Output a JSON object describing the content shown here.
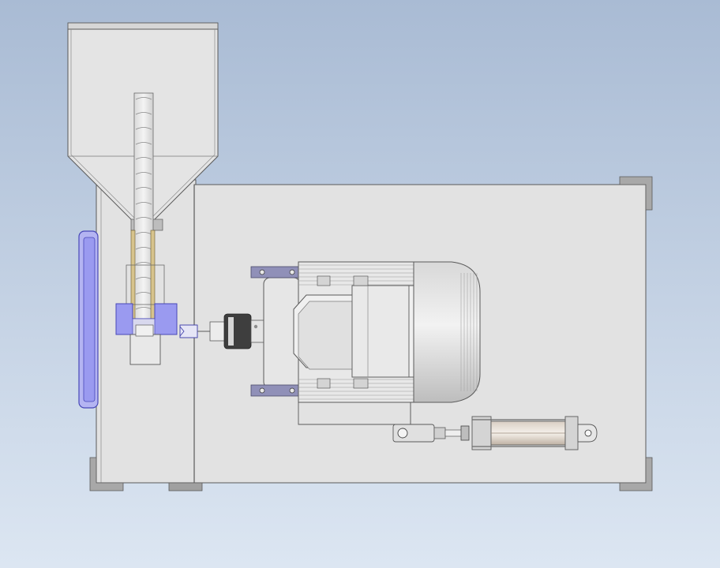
{
  "viewport": {
    "background_top": "#a9bbd4",
    "background_bottom": "#dce6f2"
  },
  "colors": {
    "body_fill": "#e2e2e2",
    "edge": "#5a5a5a",
    "panel_fill": "#dcdcdc",
    "metal_light": "#ececec",
    "metal_mid": "#cfcfcf",
    "metal_dark": "#8c8c8c",
    "foot_fill": "#a0a0a0",
    "accent_blue": "#9a9af0",
    "accent_blue_edge": "#4848b8",
    "tube_tan": "#d7c38c",
    "bracket_purple": "#9090b8",
    "cylinder_tan": "#cbbdb0"
  },
  "model": {
    "parts": [
      "hopper",
      "feed-chute",
      "main-frame",
      "motor",
      "coupling",
      "pneumatic-cylinder",
      "guide-rail",
      "clamp-block"
    ]
  }
}
